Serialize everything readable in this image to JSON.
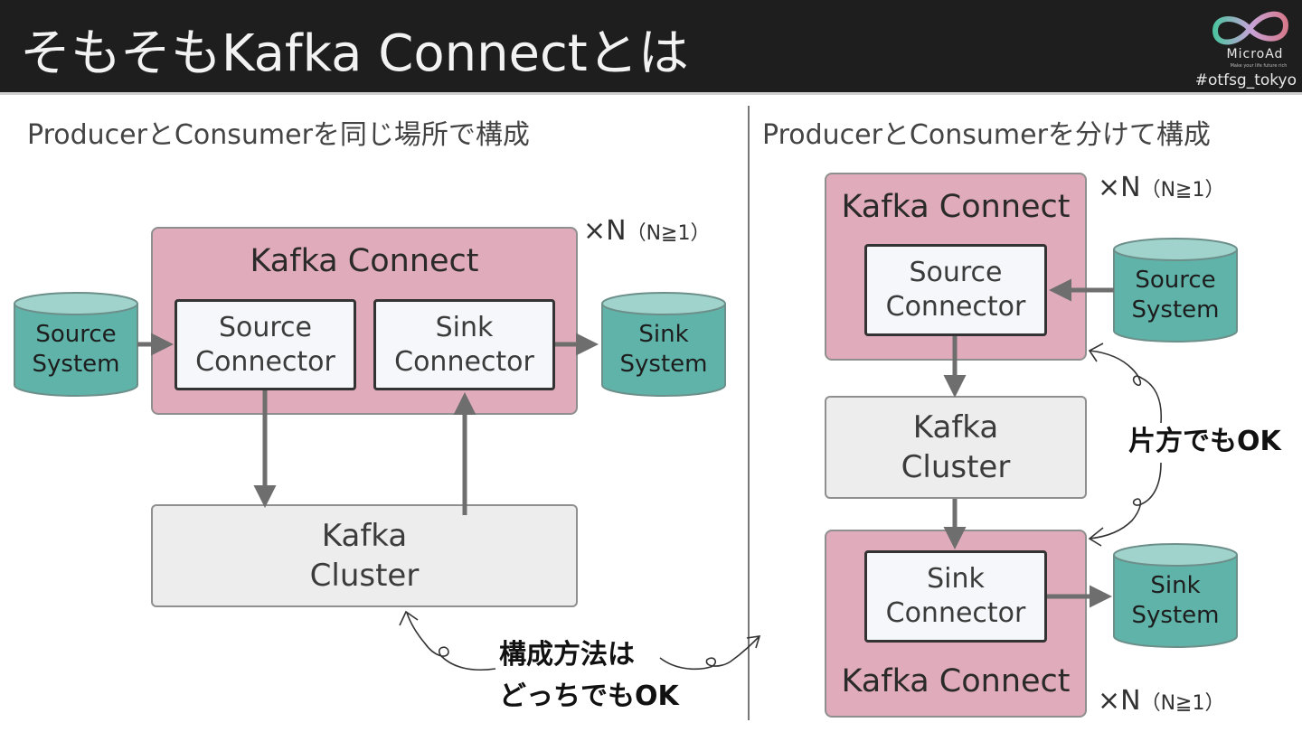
{
  "header": {
    "title": "そもそもKafka Connectとは",
    "logo": {
      "brand": "MicroAd",
      "tagline": "Make your life future rich"
    },
    "hashtag": "#otfsg_tokyo"
  },
  "left": {
    "title": "ProducerとConsumerを同じ場所で構成",
    "kafka_connect": "Kafka Connect",
    "multiplier": "×N",
    "multiplier_cond": "（N≧1）",
    "source_connector": [
      "Source",
      "Connector"
    ],
    "sink_connector": [
      "Sink",
      "Connector"
    ],
    "source_system": [
      "Source",
      "System"
    ],
    "sink_system": [
      "Sink",
      "System"
    ],
    "kafka_cluster": [
      "Kafka",
      "Cluster"
    ]
  },
  "right": {
    "title": "ProducerとConsumerを分けて構成",
    "top_kafka_connect": "Kafka Connect",
    "top_multiplier": "×N",
    "top_multiplier_cond": "（N≧1）",
    "source_connector": [
      "Source",
      "Connector"
    ],
    "source_system": [
      "Source",
      "System"
    ],
    "kafka_cluster": [
      "Kafka",
      "Cluster"
    ],
    "bottom_kafka_connect": "Kafka Connect",
    "bottom_multiplier": "×N",
    "bottom_multiplier_cond": "（N≧1）",
    "sink_connector": [
      "Sink",
      "Connector"
    ],
    "sink_system": [
      "Sink",
      "System"
    ],
    "note": "片方でもOK"
  },
  "center_note": [
    "構成方法は",
    "どっちでもOK"
  ],
  "colors": {
    "header_bg": "#1e1e1e",
    "kafka_connect_fill": "#e0abbb",
    "connector_fill": "#f5f7fa",
    "cluster_fill": "#ededed",
    "system_fill": "#5fb3a9",
    "system_top": "#9fd3cc",
    "arrow": "#6e6e6e"
  }
}
